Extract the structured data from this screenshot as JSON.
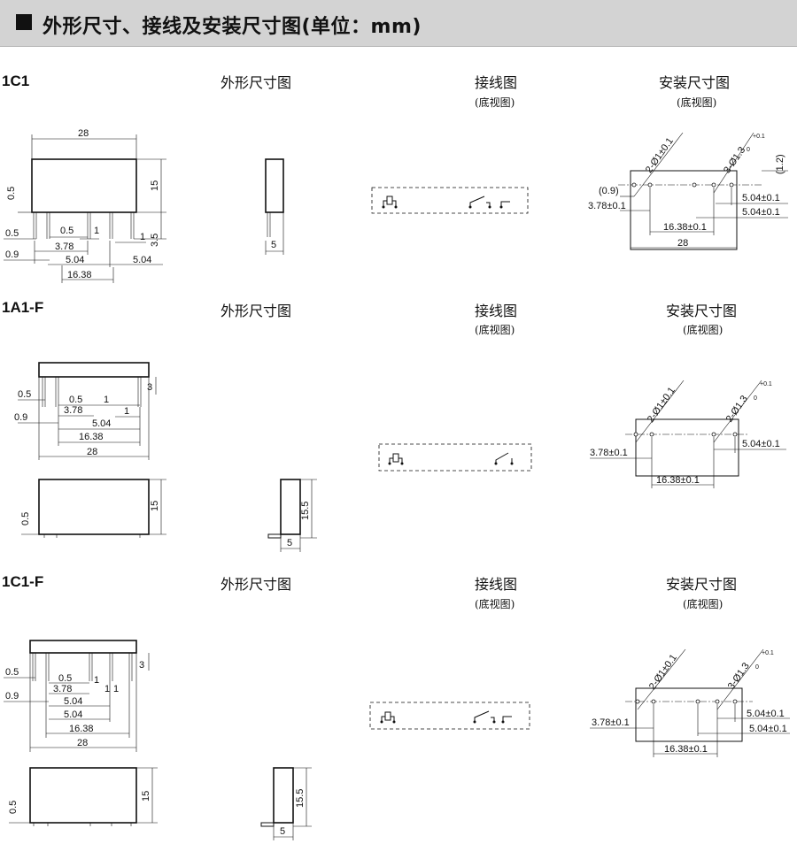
{
  "header": {
    "title": "外形尺寸、接线及安装尺寸图(单位：mm)"
  },
  "captions": {
    "outline": "外形尺寸图",
    "wiring": "接线图",
    "bottom_view": "(底视图)",
    "mounting": "安装尺寸图"
  },
  "sections": [
    {
      "model": "1C1",
      "dims": {
        "length": "28",
        "height": "15",
        "pin_offset": "0.5",
        "pin_len": "3.5",
        "left_gap": "0.5",
        "p1": "1",
        "p1b": "1",
        "d05b": "0.5",
        "d09": "0.9",
        "d378": "3.78",
        "d504a": "5.04",
        "d504b": "5.04",
        "d1638": "16.38",
        "width": "5"
      },
      "mount": {
        "hole_a": "2-Ø1±0.1",
        "hole_b": "3-Ø1.3",
        "hole_b_tol_up": "+0.1",
        "hole_b_tol_dn": "0",
        "d09": "(0.9)",
        "d12": "(1.2)",
        "d378": "3.78±0.1",
        "d1638": "16.38±0.1",
        "d504a": "5.04±0.1",
        "d504b": "5.04±0.1",
        "length": "28"
      }
    },
    {
      "model": "1A1-F",
      "dims": {
        "d05": "0.5",
        "d05b": "0.5",
        "d3": "3",
        "d1a": "1",
        "d1b": "1",
        "d09": "0.9",
        "d378": "3.78",
        "d504": "5.04",
        "d1638": "16.38",
        "length": "28",
        "h05": "0.5",
        "height": "15",
        "side_h": "15.5",
        "width": "5"
      },
      "mount": {
        "hole_a": "2-Ø1±0.1",
        "hole_b": "2-Ø1.3",
        "hole_b_tol_up": "+0.1",
        "hole_b_tol_dn": "0",
        "d378": "3.78±0.1",
        "d1638": "16.38±0.1",
        "d504": "5.04±0.1"
      }
    },
    {
      "model": "1C1-F",
      "dims": {
        "d05": "0.5",
        "d05b": "0.5",
        "d3": "3",
        "d1a": "1",
        "d1b": "1",
        "d1c": "1",
        "d09": "0.9",
        "d378": "3.78",
        "d504a": "5.04",
        "d504b": "5.04",
        "d1638": "16.38",
        "length": "28",
        "h05": "0.5",
        "height": "15",
        "side_h": "15.5",
        "width": "5"
      },
      "mount": {
        "hole_a": "2-Ø1±0.1",
        "hole_b": "3-Ø1.3",
        "hole_b_tol_up": "+0.1",
        "hole_b_tol_dn": "0",
        "d378": "3.78±0.1",
        "d1638": "16.38±0.1",
        "d504a": "5.04±0.1",
        "d504b": "5.04±0.1"
      }
    }
  ]
}
